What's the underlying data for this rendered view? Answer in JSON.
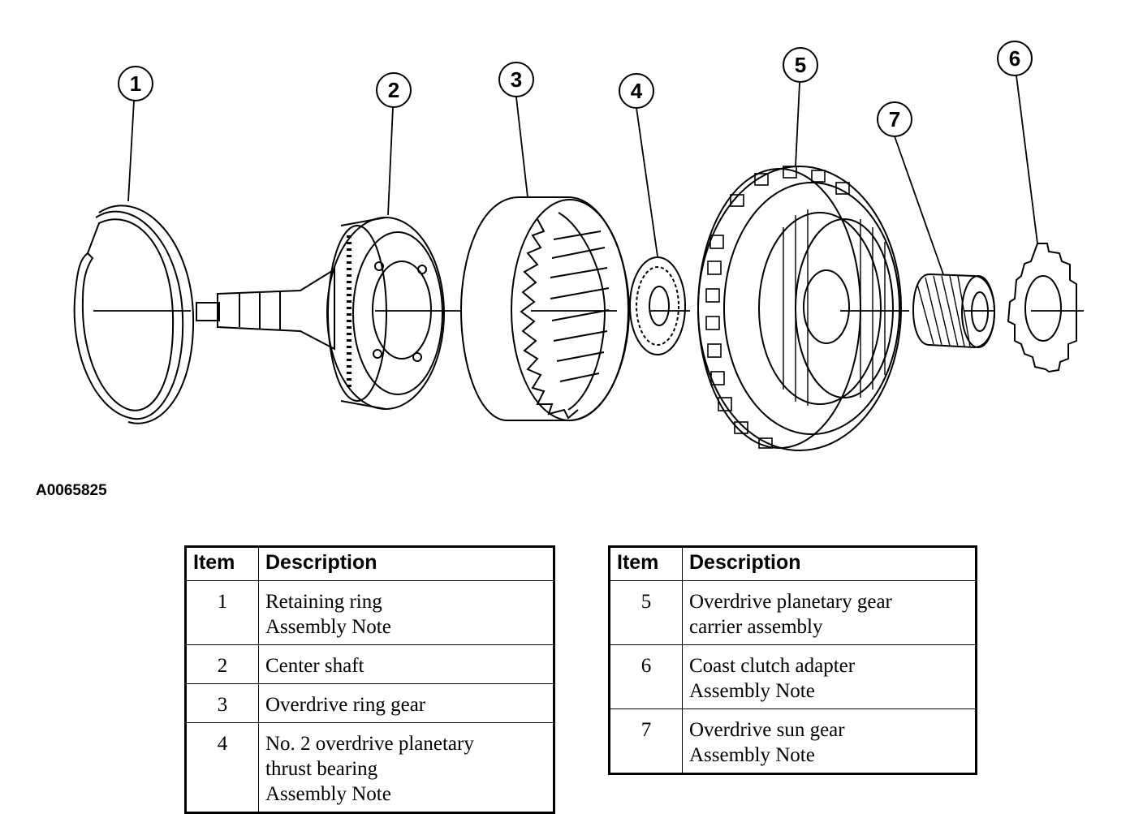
{
  "figure_id": "A0065825",
  "callouts": [
    "1",
    "2",
    "3",
    "4",
    "5",
    "6",
    "7"
  ],
  "tables": [
    {
      "headers": {
        "item": "Item",
        "description": "Description"
      },
      "rows": [
        {
          "item": "1",
          "lines": [
            "Retaining ring",
            "Assembly Note"
          ]
        },
        {
          "item": "2",
          "lines": [
            "Center shaft"
          ]
        },
        {
          "item": "3",
          "lines": [
            "Overdrive ring gear"
          ]
        },
        {
          "item": "4",
          "lines": [
            "No. 2 overdrive planetary",
            "thrust bearing",
            "Assembly Note"
          ]
        }
      ]
    },
    {
      "headers": {
        "item": "Item",
        "description": "Description"
      },
      "rows": [
        {
          "item": "5",
          "lines": [
            "Overdrive planetary gear",
            "carrier assembly"
          ]
        },
        {
          "item": "6",
          "lines": [
            "Coast clutch adapter",
            "Assembly Note"
          ]
        },
        {
          "item": "7",
          "lines": [
            "Overdrive sun gear",
            "Assembly Note"
          ]
        }
      ]
    }
  ]
}
